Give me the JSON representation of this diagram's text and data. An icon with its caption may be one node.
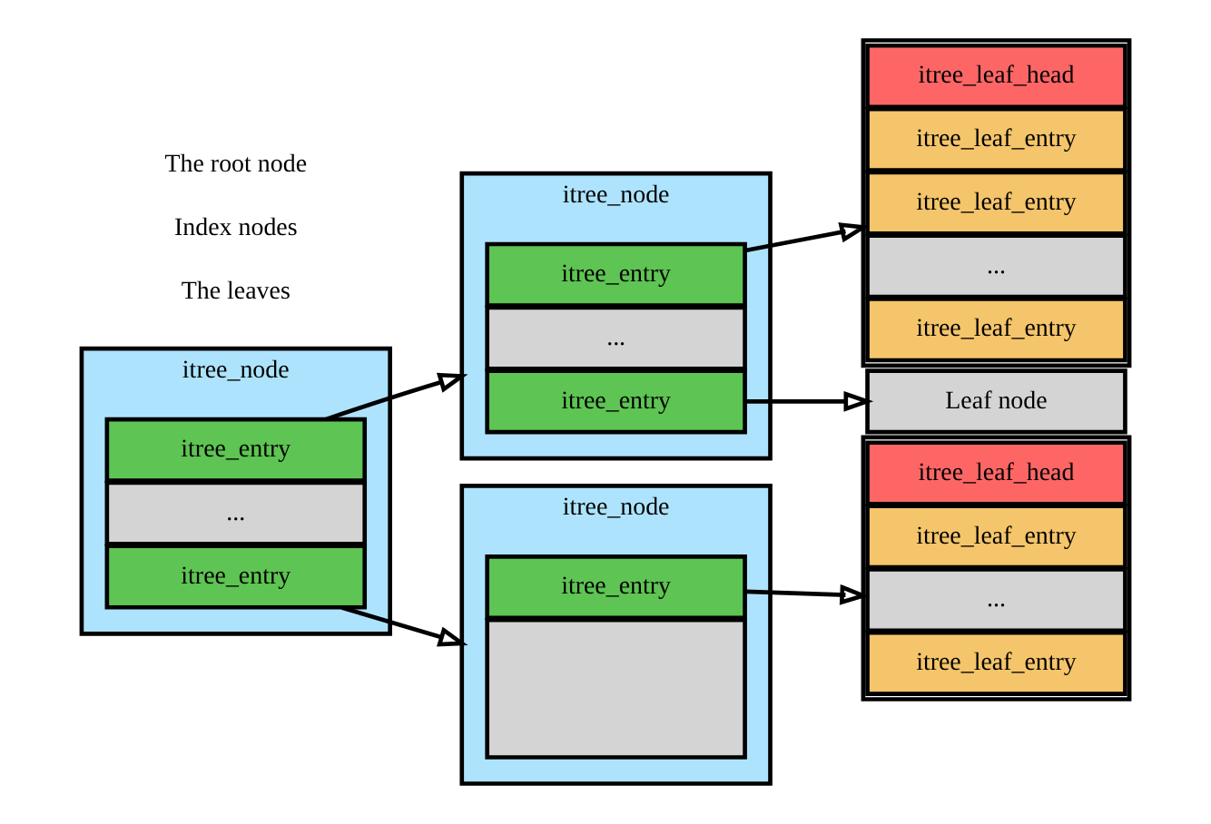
{
  "diagram": {
    "nodes": [
      {
        "text": [
          "itree_node"
        ]
      },
      {
        "text": [
          "itree_entry"
        ],
        "in": 0
      },
      {
        "text": [
          "..."
        ],
        "in": 0
      },
      {
        "text": [
          "itree_entry"
        ],
        "in": 0
      },
      {
        "text": [
          "itree_node"
        ]
      },
      {
        "text": [
          "itree_entry"
        ],
        "in": 4
      },
      {
        "text": [
          "..."
        ],
        "in": 4
      },
      {
        "text": [
          "itree_entry"
        ],
        "in": 4
      },
      {
        "text": [
          "itree_node"
        ]
      },
      {
        "text": [
          "itree_entry"
        ],
        "in": 8
      },
      {
        "text": [],
        "shape": "box",
        "in": 8
      },
      {
        "text": [],
        "shape": "box"
      },
      {
        "text": [
          "itree_leaf_head"
        ],
        "in": 11
      },
      {
        "text": [
          "itree_leaf_entry"
        ],
        "in": 11
      },
      {
        "text": [
          "itree_leaf_entry"
        ],
        "in": 11
      },
      {
        "text": [
          "..."
        ],
        "in": 11
      },
      {
        "text": [
          "itree_leaf_entry"
        ],
        "in": 11
      },
      {
        "text": [
          "Leaf node"
        ]
      },
      {
        "text": [],
        "shape": "box"
      },
      {
        "text": [
          "itree_leaf_head"
        ],
        "in": 18
      },
      {
        "text": [
          "itree_leaf_entry"
        ],
        "in": 18
      },
      {
        "text": [
          "..."
        ],
        "in": 18
      },
      {
        "text": [
          "itree_leaf_entry"
        ],
        "in": 18
      }
    ],
    "edges": [
      {
        "from": 1,
        "to": 4,
        "arrow": "to"
      },
      {
        "from": 3,
        "to": 8,
        "arrow": "to"
      },
      {
        "from": 5,
        "to": 11,
        "arrow": "to"
      },
      {
        "from": 7,
        "to": 17,
        "arrow": "to"
      },
      {
        "from": 9,
        "to": 18,
        "arrow": "to"
      }
    ],
    "labels": [
      "The leaves",
      "Index nodes",
      "The root node"
    ]
  }
}
